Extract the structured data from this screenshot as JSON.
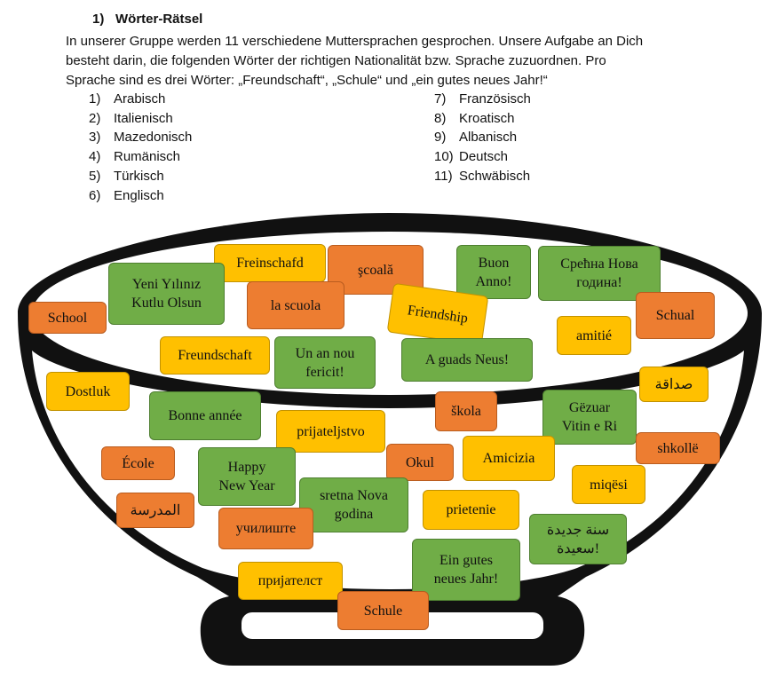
{
  "task": {
    "number": "1)",
    "title": "Wörter-Rätsel",
    "intro_lines": [
      "In unserer Gruppe werden 11 verschiedene Muttersprachen gesprochen. Unsere Aufgabe an Dich",
      "besteht darin, die folgenden Wörter der richtigen Nationalität bzw. Sprache zuzuordnen. Pro",
      "Sprache sind es drei Wörter: „Freundschaft“, „Schule“ und „ein gutes neues Jahr!“"
    ]
  },
  "languages_left": [
    {
      "n": "1)",
      "name": "Arabisch"
    },
    {
      "n": "2)",
      "name": "Italienisch"
    },
    {
      "n": "3)",
      "name": "Mazedonisch"
    },
    {
      "n": "4)",
      "name": "Rumänisch"
    },
    {
      "n": "5)",
      "name": "Türkisch"
    },
    {
      "n": "6)",
      "name": "Englisch"
    }
  ],
  "languages_right": [
    {
      "n": "7)",
      "name": "Französisch"
    },
    {
      "n": "8)",
      "name": "Kroatisch"
    },
    {
      "n": "9)",
      "name": "Albanisch"
    },
    {
      "n": "10)",
      "name": "Deutsch"
    },
    {
      "n": "11)",
      "name": "Schwäbisch"
    }
  ],
  "colors": {
    "orange": "#ed7d31",
    "yellow": "#ffc000",
    "green": "#70ad47",
    "bowl": "#111111"
  },
  "cards": [
    {
      "text": "Freinschafd",
      "color": "yellow"
    },
    {
      "text": "şcoală",
      "color": "orange"
    },
    {
      "text": "Buon\nAnno!",
      "color": "green"
    },
    {
      "text": "Срећна Нова\nгодина!",
      "color": "green"
    },
    {
      "text": "Yeni Yılınız\nKutlu Olsun",
      "color": "green"
    },
    {
      "text": "la scuola",
      "color": "orange"
    },
    {
      "text": "Friendship",
      "color": "yellow"
    },
    {
      "text": "Schual",
      "color": "orange"
    },
    {
      "text": "School",
      "color": "orange"
    },
    {
      "text": "amitié",
      "color": "yellow"
    },
    {
      "text": "Freundschaft",
      "color": "yellow"
    },
    {
      "text": "Un an nou\nfericit!",
      "color": "green"
    },
    {
      "text": "A guads Neus!",
      "color": "green"
    },
    {
      "text": "صداقة",
      "color": "yellow"
    },
    {
      "text": "Dostluk",
      "color": "yellow"
    },
    {
      "text": "Bonne année",
      "color": "green"
    },
    {
      "text": "škola",
      "color": "orange"
    },
    {
      "text": "Gëzuar\nVitin e Ri",
      "color": "green"
    },
    {
      "text": "prijateljstvo",
      "color": "yellow"
    },
    {
      "text": "shkollë",
      "color": "orange"
    },
    {
      "text": "École",
      "color": "orange"
    },
    {
      "text": "Happy\nNew Year",
      "color": "green"
    },
    {
      "text": "Okul",
      "color": "orange"
    },
    {
      "text": "Amicizia",
      "color": "yellow"
    },
    {
      "text": "miqësi",
      "color": "yellow"
    },
    {
      "text": "المدرسة",
      "color": "orange"
    },
    {
      "text": "sretna Nova\ngodina",
      "color": "green"
    },
    {
      "text": "prietenie",
      "color": "yellow"
    },
    {
      "text": "училиште",
      "color": "orange"
    },
    {
      "text": "سنة جديدة\nسعيدة!",
      "color": "green"
    },
    {
      "text": "Ein gutes\nneues Jahr!",
      "color": "green"
    },
    {
      "text": "пријателст",
      "color": "yellow"
    },
    {
      "text": "Schule",
      "color": "orange"
    }
  ]
}
